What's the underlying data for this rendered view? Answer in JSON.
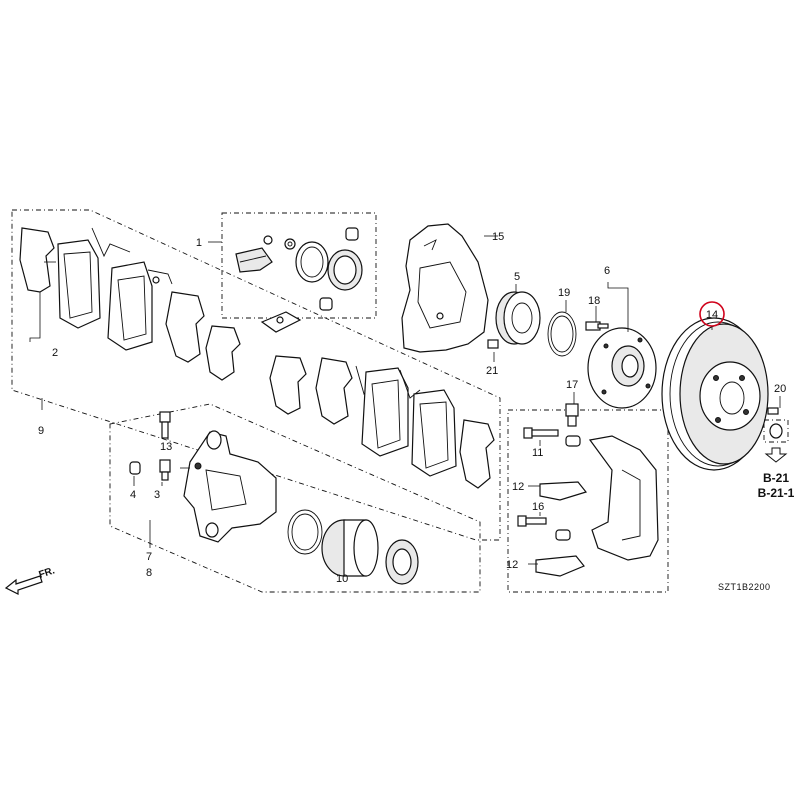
{
  "diagram": {
    "drawing_code": "SZT1B2200",
    "direction_label": "FR.",
    "reference_pages": [
      "B-21",
      "B-21-1"
    ],
    "highlighted_callout": "14",
    "callouts": {
      "c1": "1",
      "c2": "2",
      "c3": "3",
      "c4": "4",
      "c5": "5",
      "c6": "6",
      "c7": "7",
      "c8": "8",
      "c9": "9",
      "c10": "10",
      "c11": "11",
      "c12a": "12",
      "c12b": "12",
      "c13": "13",
      "c14": "14",
      "c15": "15",
      "c16": "16",
      "c17": "17",
      "c18": "18",
      "c19": "19",
      "c20": "20",
      "c21": "21"
    },
    "colors": {
      "line": "#111111",
      "highlight": "#d0021b",
      "background": "#ffffff"
    }
  }
}
